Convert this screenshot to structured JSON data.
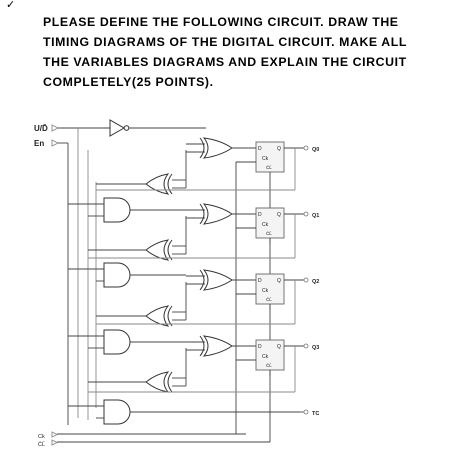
{
  "checkmark": "✓",
  "question": {
    "lines": [
      "PLEASE DEFINE THE FOLLOWING CIRCUIT. DRAW THE",
      "TIMING DIAGRAMS OF THE DIGITAL CIRCUIT. MAKE ALL",
      "THE VARIABLES DIAGRAMS AND EXPLAIN THE CIRCUIT",
      "COMPLETELY(25 POINTS)."
    ]
  },
  "circuit": {
    "inputs": {
      "updown": "U/D̄",
      "enable": "En",
      "clock": "Ck",
      "clear": "C̄L̄"
    },
    "flipflop": {
      "d": "D",
      "q": "Q",
      "ck": "Ck",
      "cl": "C̄L̄"
    },
    "outputs": {
      "q0": "Q0",
      "q1": "Q1",
      "q2": "Q2",
      "q3": "Q3",
      "tc": "TC"
    }
  }
}
